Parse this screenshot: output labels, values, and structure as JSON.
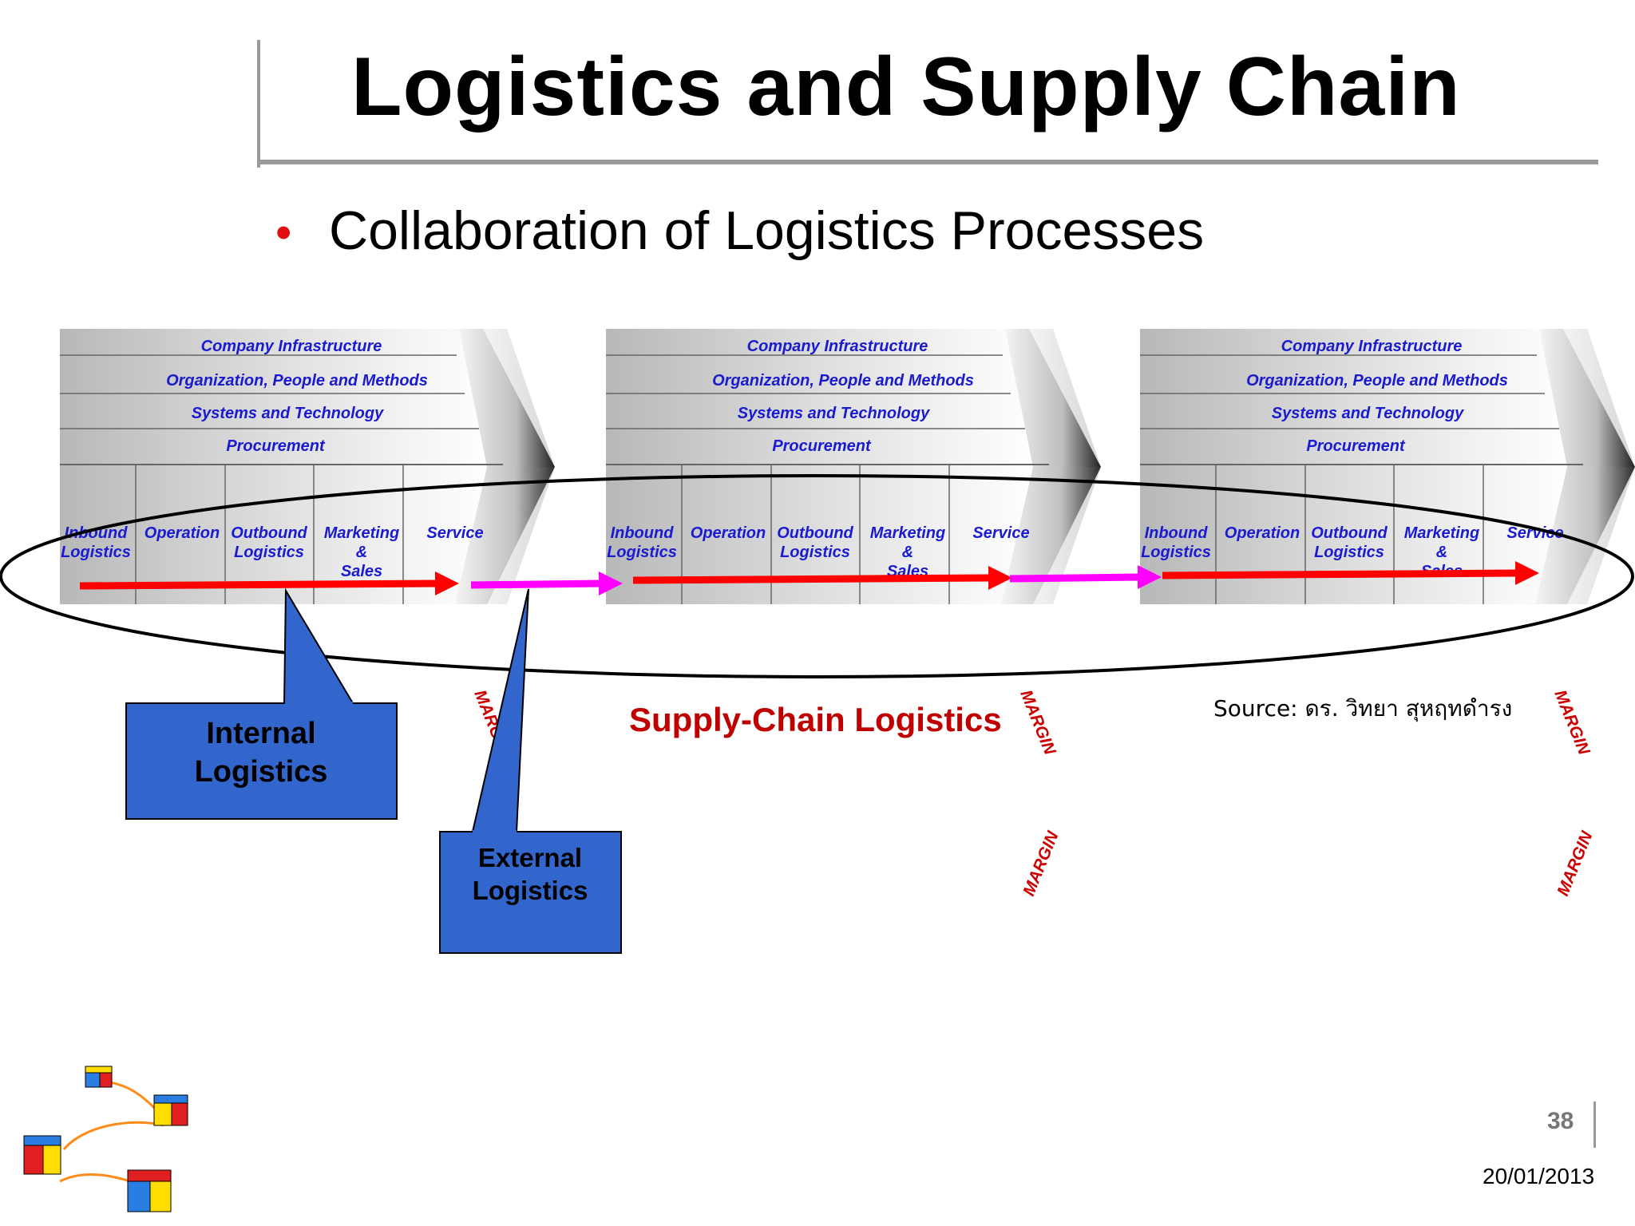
{
  "slide": {
    "title": "Logistics and Supply Chain",
    "bullet": "Collaboration of Logistics Processes",
    "supply_chain_label": "Supply-Chain Logistics",
    "source": "Source: ดร. วิทยา สุหฤทดำรง",
    "page_number": "38",
    "date": "20/01/2013"
  },
  "value_chain": {
    "support": [
      "Company Infrastructure",
      "Organization, People and Methods",
      "Systems and Technology",
      "Procurement"
    ],
    "margin_label": "MARGIN",
    "primary": [
      {
        "line1": "Inbound",
        "line2": "Logistics",
        "line3": ""
      },
      {
        "line1": "Operation",
        "line2": "",
        "line3": ""
      },
      {
        "line1": "Outbound",
        "line2": "Logistics",
        "line3": ""
      },
      {
        "line1": "Marketing",
        "line2": "&",
        "line3": "Sales"
      },
      {
        "line1": "Service",
        "line2": "",
        "line3": ""
      }
    ]
  },
  "callouts": {
    "internal": [
      "Internal",
      "Logistics"
    ],
    "external": [
      "External",
      "Logistics"
    ]
  },
  "colors": {
    "internal_arrow": "#ff0000",
    "external_arrow": "#ff00ff",
    "callout_fill": "#3366cc",
    "label_blue": "#1a1ad0",
    "margin_red": "#cc0000",
    "supply_chain_red": "#c00000"
  }
}
